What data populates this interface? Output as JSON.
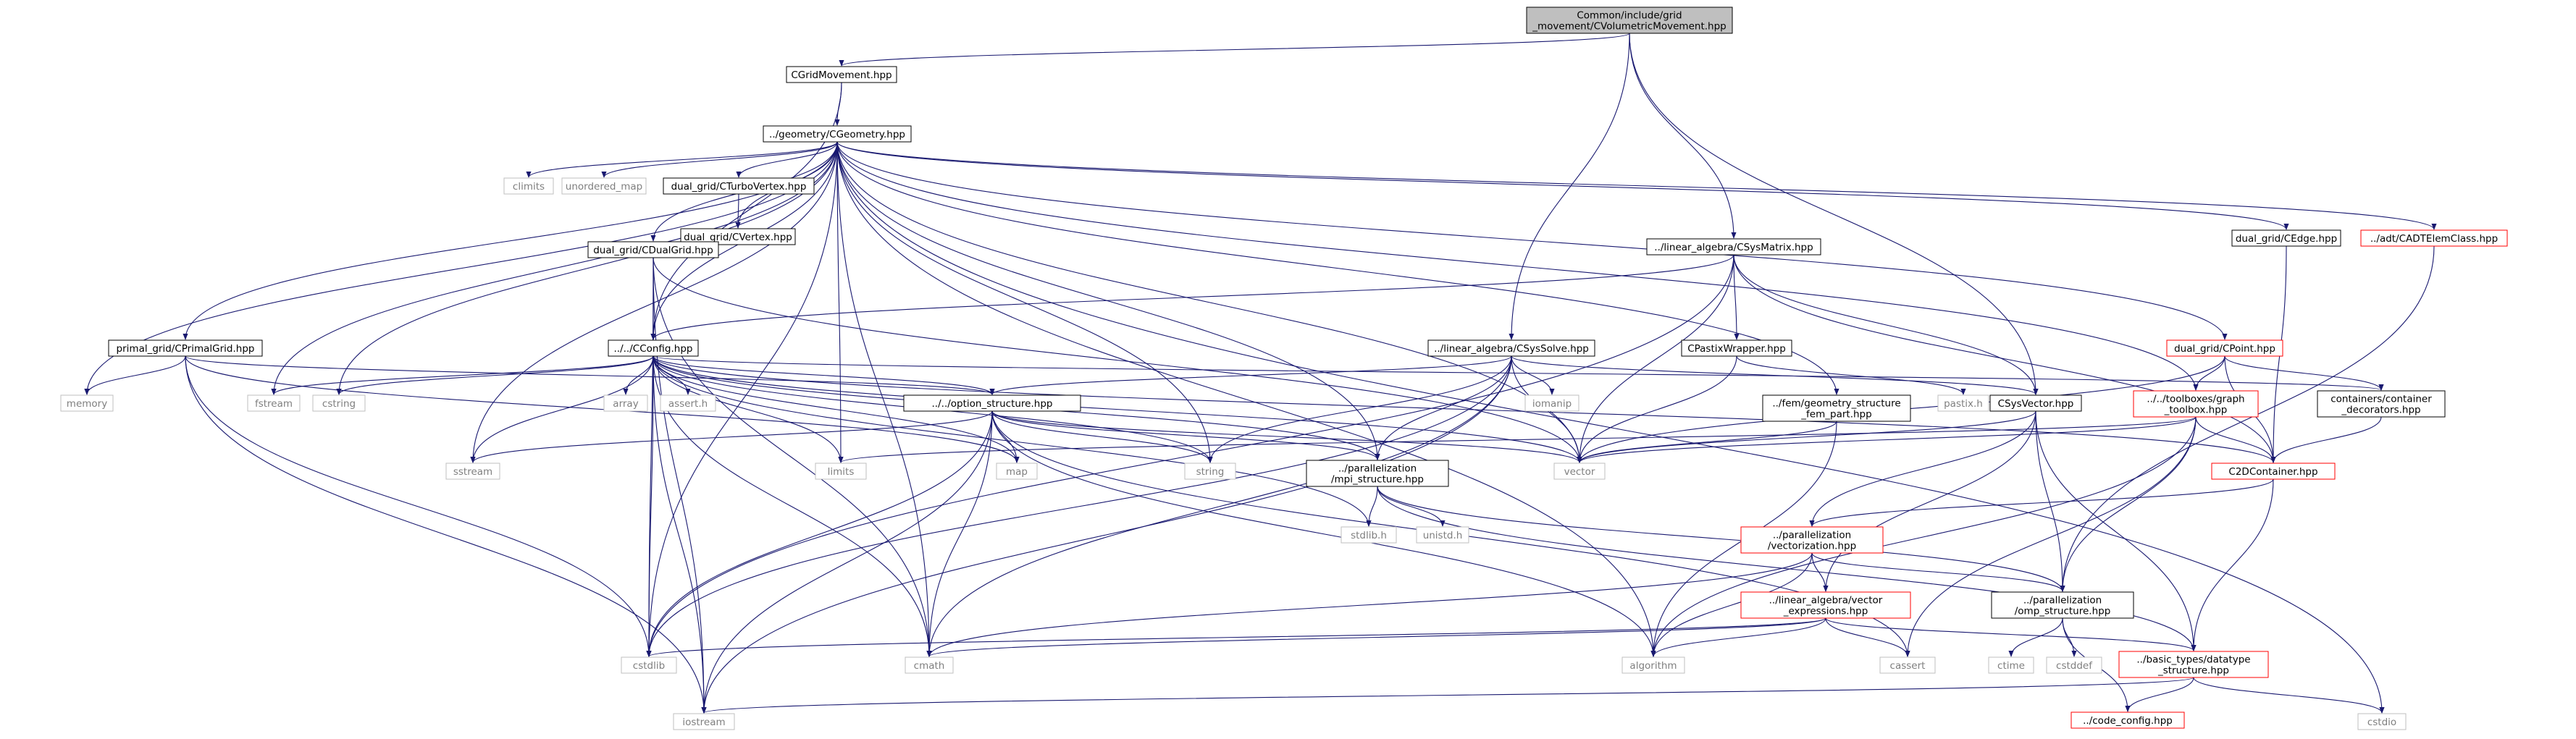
{
  "colors": {
    "edge": "#191970",
    "root_fill": "#bfbfbf",
    "node_border": "#000000",
    "red_border": "#ff0000",
    "gray_border": "#bfbfbf"
  },
  "nodes": {
    "root": [
      "Common/include/grid",
      "_movement/CVolumetricMovement.hpp"
    ],
    "cgridmovement": [
      "CGridMovement.hpp"
    ],
    "cgeometry": [
      "../geometry/CGeometry.hpp"
    ],
    "climits": [
      "climits"
    ],
    "unordered_map": [
      "unordered_map"
    ],
    "cturbovertex": [
      "dual_grid/CTurboVertex.hpp"
    ],
    "cvertex": [
      "dual_grid/CVertex.hpp"
    ],
    "cdualgrid": [
      "dual_grid/CDualGrid.hpp"
    ],
    "csysmatrix": [
      "../linear_algebra/CSysMatrix.hpp"
    ],
    "cedge": [
      "dual_grid/CEdge.hpp"
    ],
    "cadtelem": [
      "../adt/CADTElemClass.hpp"
    ],
    "cprimalgrid": [
      "primal_grid/CPrimalGrid.hpp"
    ],
    "cconfig": [
      "../../CConfig.hpp"
    ],
    "csyssolve": [
      "../linear_algebra/CSysSolve.hpp"
    ],
    "cpastix": [
      "CPastixWrapper.hpp"
    ],
    "cpoint": [
      "dual_grid/CPoint.hpp"
    ],
    "memory": [
      "memory"
    ],
    "fstream": [
      "fstream"
    ],
    "cstring": [
      "cstring"
    ],
    "array": [
      "array"
    ],
    "asserth": [
      "assert.h"
    ],
    "option_structure": [
      "../../option_structure.hpp"
    ],
    "iomanip": [
      "iomanip"
    ],
    "fem_part": [
      "../fem/geometry_structure",
      "_fem_part.hpp"
    ],
    "pastixh": [
      "pastix.h"
    ],
    "csysvector": [
      "CSysVector.hpp"
    ],
    "graph_toolbox": [
      "../../toolboxes/graph",
      "_toolbox.hpp"
    ],
    "container_decorators": [
      "containers/container",
      "_decorators.hpp"
    ],
    "sstream": [
      "sstream"
    ],
    "limits": [
      "limits"
    ],
    "map": [
      "map"
    ],
    "string": [
      "string"
    ],
    "mpi_structure": [
      "../parallelization",
      "/mpi_structure.hpp"
    ],
    "vector": [
      "vector"
    ],
    "c2dcontainer": [
      "C2DContainer.hpp"
    ],
    "stdlibh": [
      "stdlib.h"
    ],
    "unistdh": [
      "unistd.h"
    ],
    "vectorization": [
      "../parallelization",
      "/vectorization.hpp"
    ],
    "vector_expressions": [
      "../linear_algebra/vector",
      "_expressions.hpp"
    ],
    "omp_structure": [
      "../parallelization",
      "/omp_structure.hpp"
    ],
    "cstdlib": [
      "cstdlib"
    ],
    "cmath": [
      "cmath"
    ],
    "algorithm": [
      "algorithm"
    ],
    "cassert": [
      "cassert"
    ],
    "ctime": [
      "ctime"
    ],
    "cstddef": [
      "cstddef"
    ],
    "datatype_structure": [
      "../basic_types/datatype",
      "_structure.hpp"
    ],
    "code_config": [
      "../code_config.hpp"
    ],
    "iostream": [
      "iostream"
    ],
    "cstdio": [
      "cstdio"
    ]
  }
}
